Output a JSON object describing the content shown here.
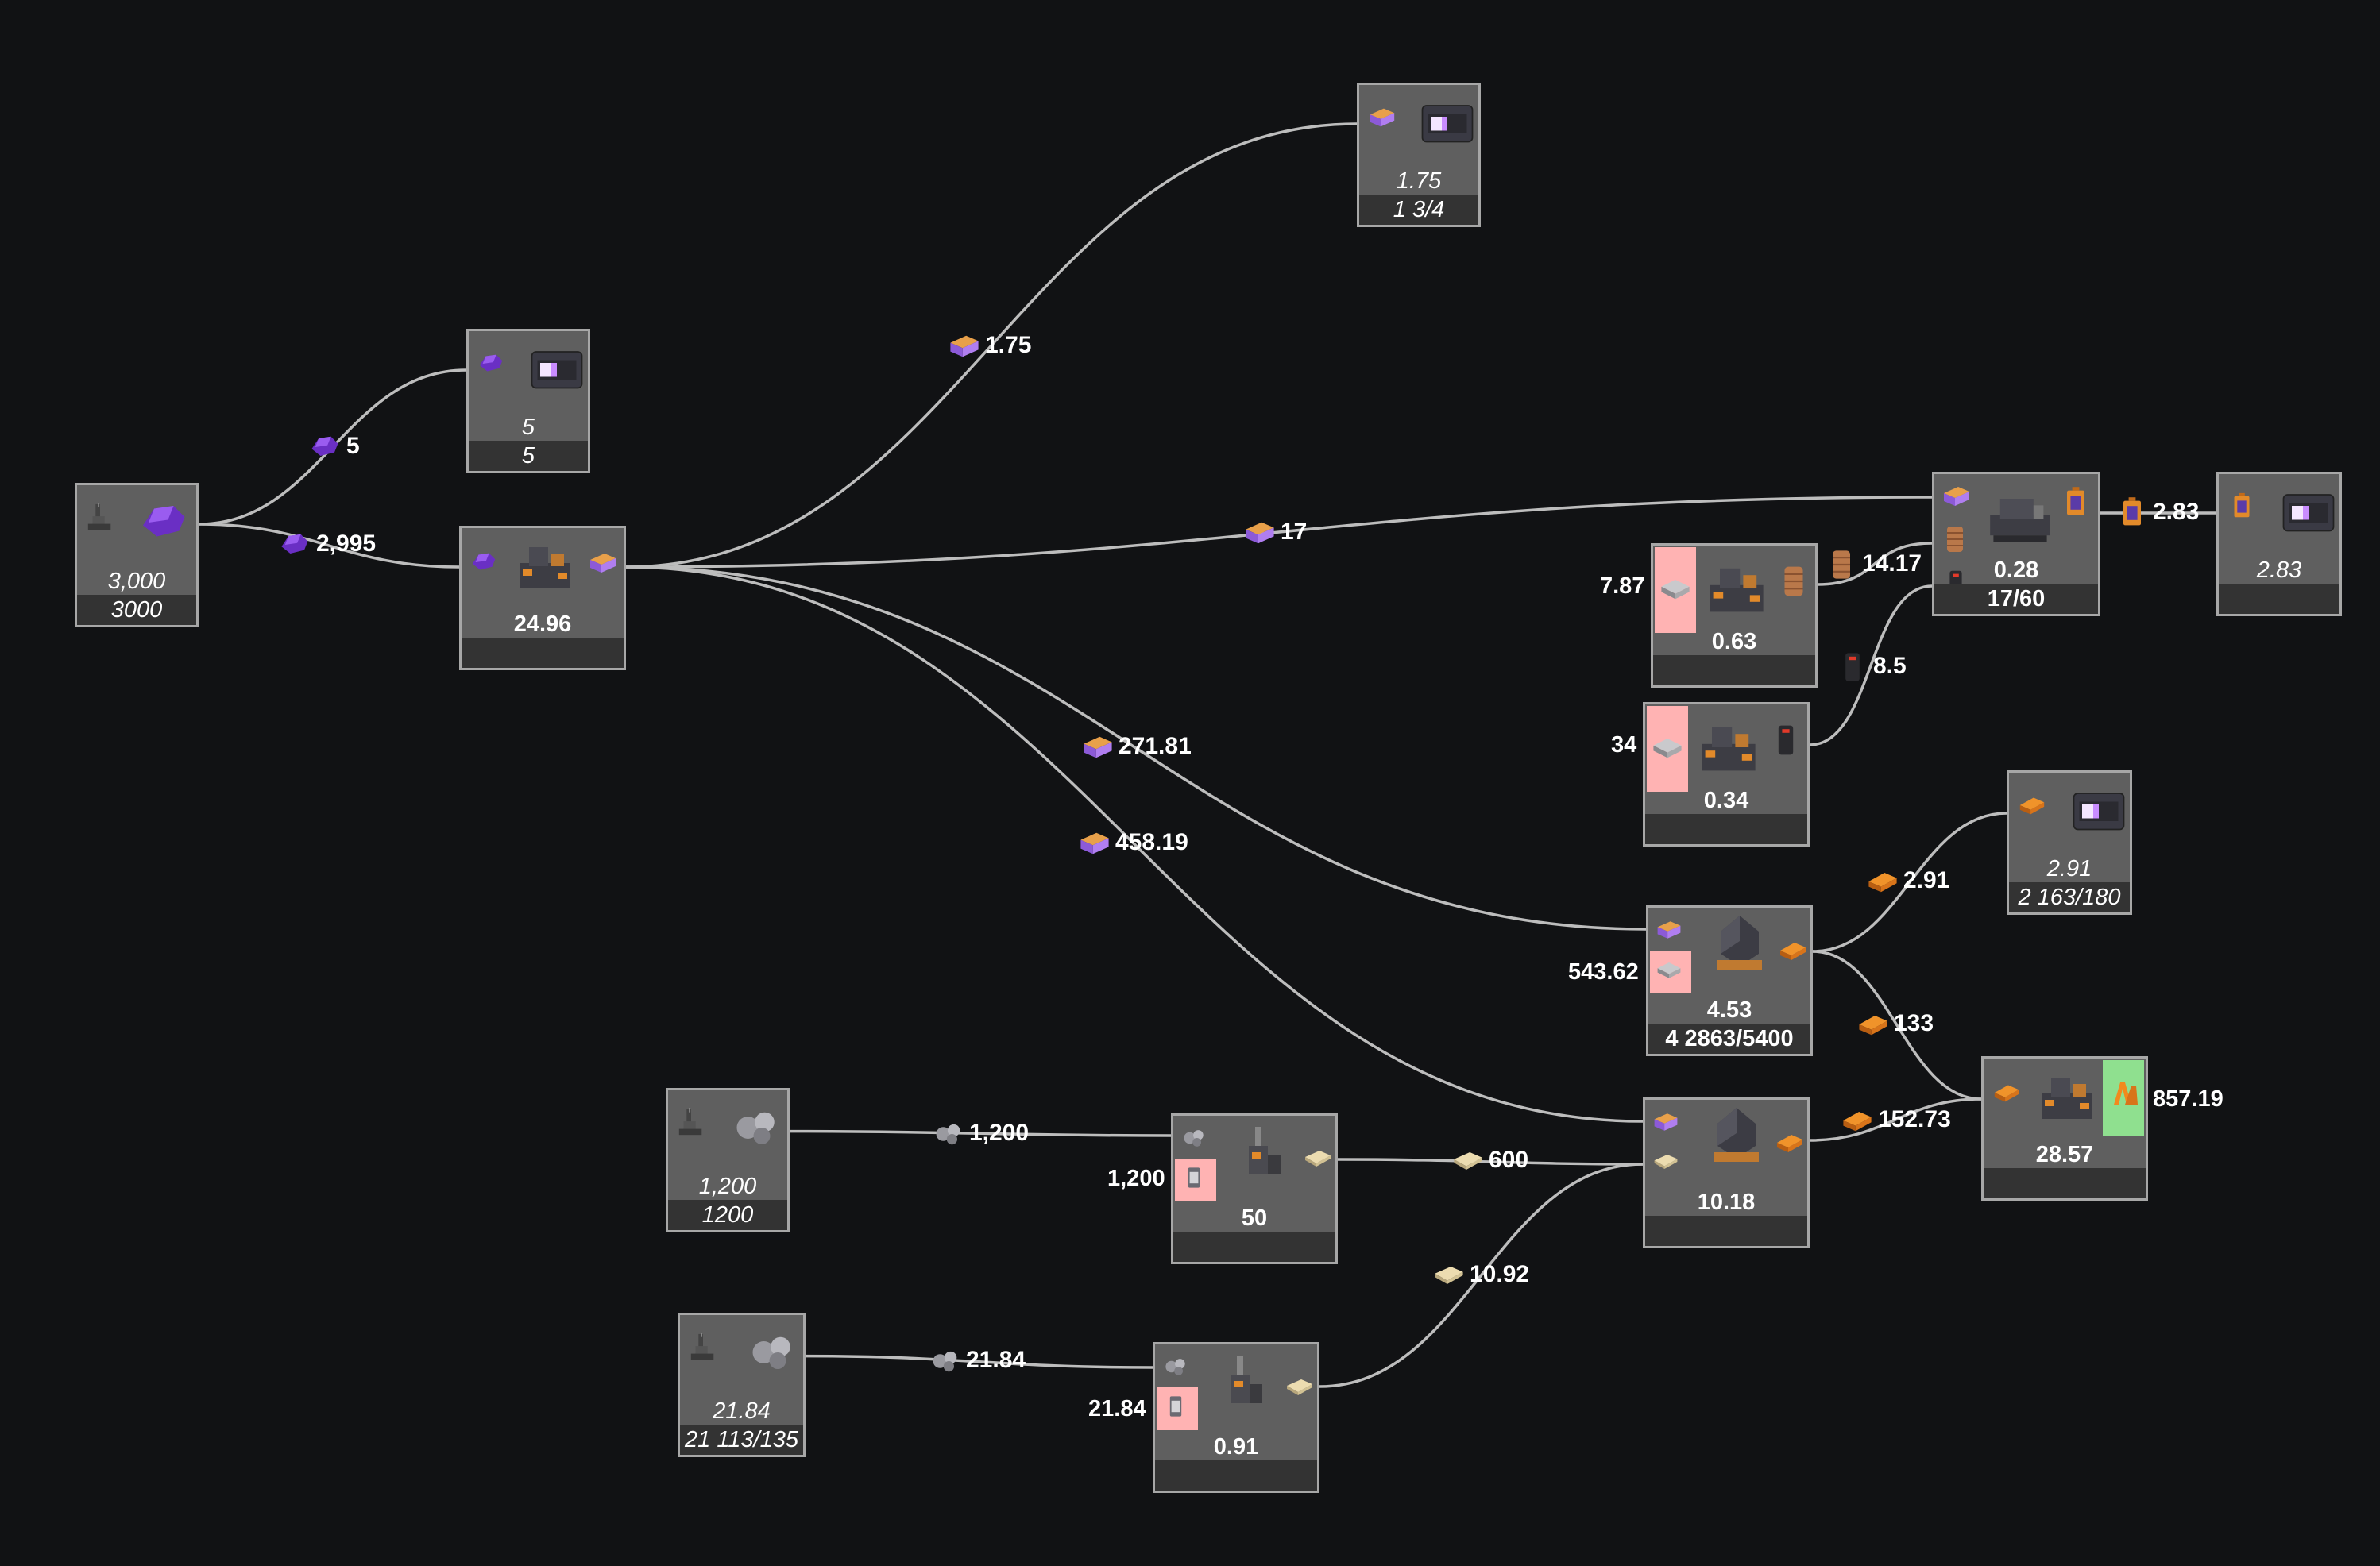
{
  "colors": {
    "background": "#111214",
    "node_fill": "#5f5f5f",
    "node_border": "#a7a7a7",
    "node_footer": "#333333",
    "edge": "#bdbdbd",
    "input_highlight": "#ffb3b3",
    "output_highlight": "#8fe08f"
  },
  "nodes": {
    "miner_main": {
      "line1": "3,000",
      "line2": "3000",
      "icons": [
        "miner-building-icon",
        "purple-ore-icon"
      ]
    },
    "sink_top_left": {
      "line1": "5",
      "line2": "5",
      "icons": [
        "purple-ore-icon",
        "storage-container-icon"
      ]
    },
    "refinery_main": {
      "line1": "24.96",
      "line2": "",
      "icons": [
        "purple-ore-icon",
        "refinery-building-icon",
        "purple-ingot-icon"
      ]
    },
    "sink_top": {
      "line1": "1.75",
      "line2": "1 3/4",
      "icons": [
        "purple-ingot-icon",
        "storage-container-icon"
      ]
    },
    "assembler_right": {
      "line1": "0.28",
      "line2": "17/60",
      "icons": [
        "purple-ingot-icon",
        "assembler-building-icon",
        "battery-icon",
        "copper-coil-icon",
        "dark-rod-icon"
      ]
    },
    "sink_right": {
      "line1": "2.83",
      "line2": "",
      "icons": [
        "battery-icon",
        "storage-container-icon"
      ]
    },
    "coil_plant": {
      "line1": "0.63",
      "line2": "",
      "side": "7.87",
      "icons": [
        "steel-plate-icon",
        "factory-building-icon",
        "copper-coil-icon"
      ]
    },
    "rod_plant": {
      "line1": "0.34",
      "line2": "",
      "side": "34",
      "icons": [
        "steel-plate-icon",
        "factory-building-icon",
        "dark-rod-icon"
      ]
    },
    "sink_mid_right": {
      "line1": "2.91",
      "line2": "2 163/180",
      "icons": [
        "orange-beam-icon",
        "storage-container-icon"
      ]
    },
    "smelter_upper": {
      "line1": "4.53",
      "line2": "4 2863/5400",
      "side": "543.62",
      "icons": [
        "purple-ingot-icon",
        "steel-plate-icon",
        "smelter-building-icon",
        "orange-beam-icon"
      ]
    },
    "smelter_lower": {
      "line1": "10.18",
      "line2": "",
      "icons": [
        "purple-ingot-icon",
        "sand-bag-icon",
        "smelter-building-icon",
        "orange-beam-icon"
      ]
    },
    "final_plant": {
      "line1": "28.57",
      "line2": "",
      "side": "857.19",
      "icons": [
        "orange-beam-icon",
        "factory-building-icon",
        "orange-frame-icon"
      ]
    },
    "miner_mid": {
      "line1": "1,200",
      "line2": "1200",
      "icons": [
        "miner-building-icon",
        "gray-ore-icon"
      ]
    },
    "crusher_mid": {
      "line1": "50",
      "line2": "",
      "side": "1,200",
      "icons": [
        "gray-ore-icon",
        "filter-cartridge-icon",
        "crusher-building-icon",
        "sand-bag-icon"
      ]
    },
    "miner_low": {
      "line1": "21.84",
      "line2": "21 113/135",
      "icons": [
        "miner-building-icon",
        "gray-ore-icon"
      ]
    },
    "crusher_low": {
      "line1": "0.91",
      "line2": "",
      "side": "21.84",
      "icons": [
        "gray-ore-icon",
        "filter-cartridge-icon",
        "crusher-building-icon",
        "sand-bag-icon"
      ]
    }
  },
  "edges": [
    {
      "from": "miner_main",
      "to": "sink_top_left",
      "label": "5",
      "icon": "purple-ore-icon"
    },
    {
      "from": "miner_main",
      "to": "refinery_main",
      "label": "2,995",
      "icon": "purple-ore-icon"
    },
    {
      "from": "refinery_main",
      "to": "sink_top",
      "label": "1.75",
      "icon": "purple-ingot-icon"
    },
    {
      "from": "refinery_main",
      "to": "assembler_right",
      "label": "17",
      "icon": "purple-ingot-icon"
    },
    {
      "from": "refinery_main",
      "to": "smelter_upper",
      "label": "271.81",
      "icon": "purple-ingot-icon"
    },
    {
      "from": "refinery_main",
      "to": "smelter_lower",
      "label": "458.19",
      "icon": "purple-ingot-icon"
    },
    {
      "from": "coil_plant",
      "to": "assembler_right",
      "label": "14.17",
      "icon": "copper-coil-icon"
    },
    {
      "from": "rod_plant",
      "to": "assembler_right",
      "label": "8.5",
      "icon": "dark-rod-icon"
    },
    {
      "from": "assembler_right",
      "to": "sink_right",
      "label": "2.83",
      "icon": "battery-icon"
    },
    {
      "from": "smelter_upper",
      "to": "sink_mid_right",
      "label": "2.91",
      "icon": "orange-beam-icon"
    },
    {
      "from": "smelter_upper",
      "to": "final_plant",
      "label": "133",
      "icon": "orange-beam-icon"
    },
    {
      "from": "smelter_lower",
      "to": "final_plant",
      "label": "152.73",
      "icon": "orange-beam-icon"
    },
    {
      "from": "miner_mid",
      "to": "crusher_mid",
      "label": "1,200",
      "icon": "gray-ore-icon"
    },
    {
      "from": "crusher_mid",
      "to": "smelter_lower",
      "label": "600",
      "icon": "sand-bag-icon"
    },
    {
      "from": "miner_low",
      "to": "crusher_low",
      "label": "21.84",
      "icon": "gray-ore-icon"
    },
    {
      "from": "crusher_low",
      "to": "smelter_lower",
      "label": "10.92",
      "icon": "sand-bag-icon"
    }
  ]
}
